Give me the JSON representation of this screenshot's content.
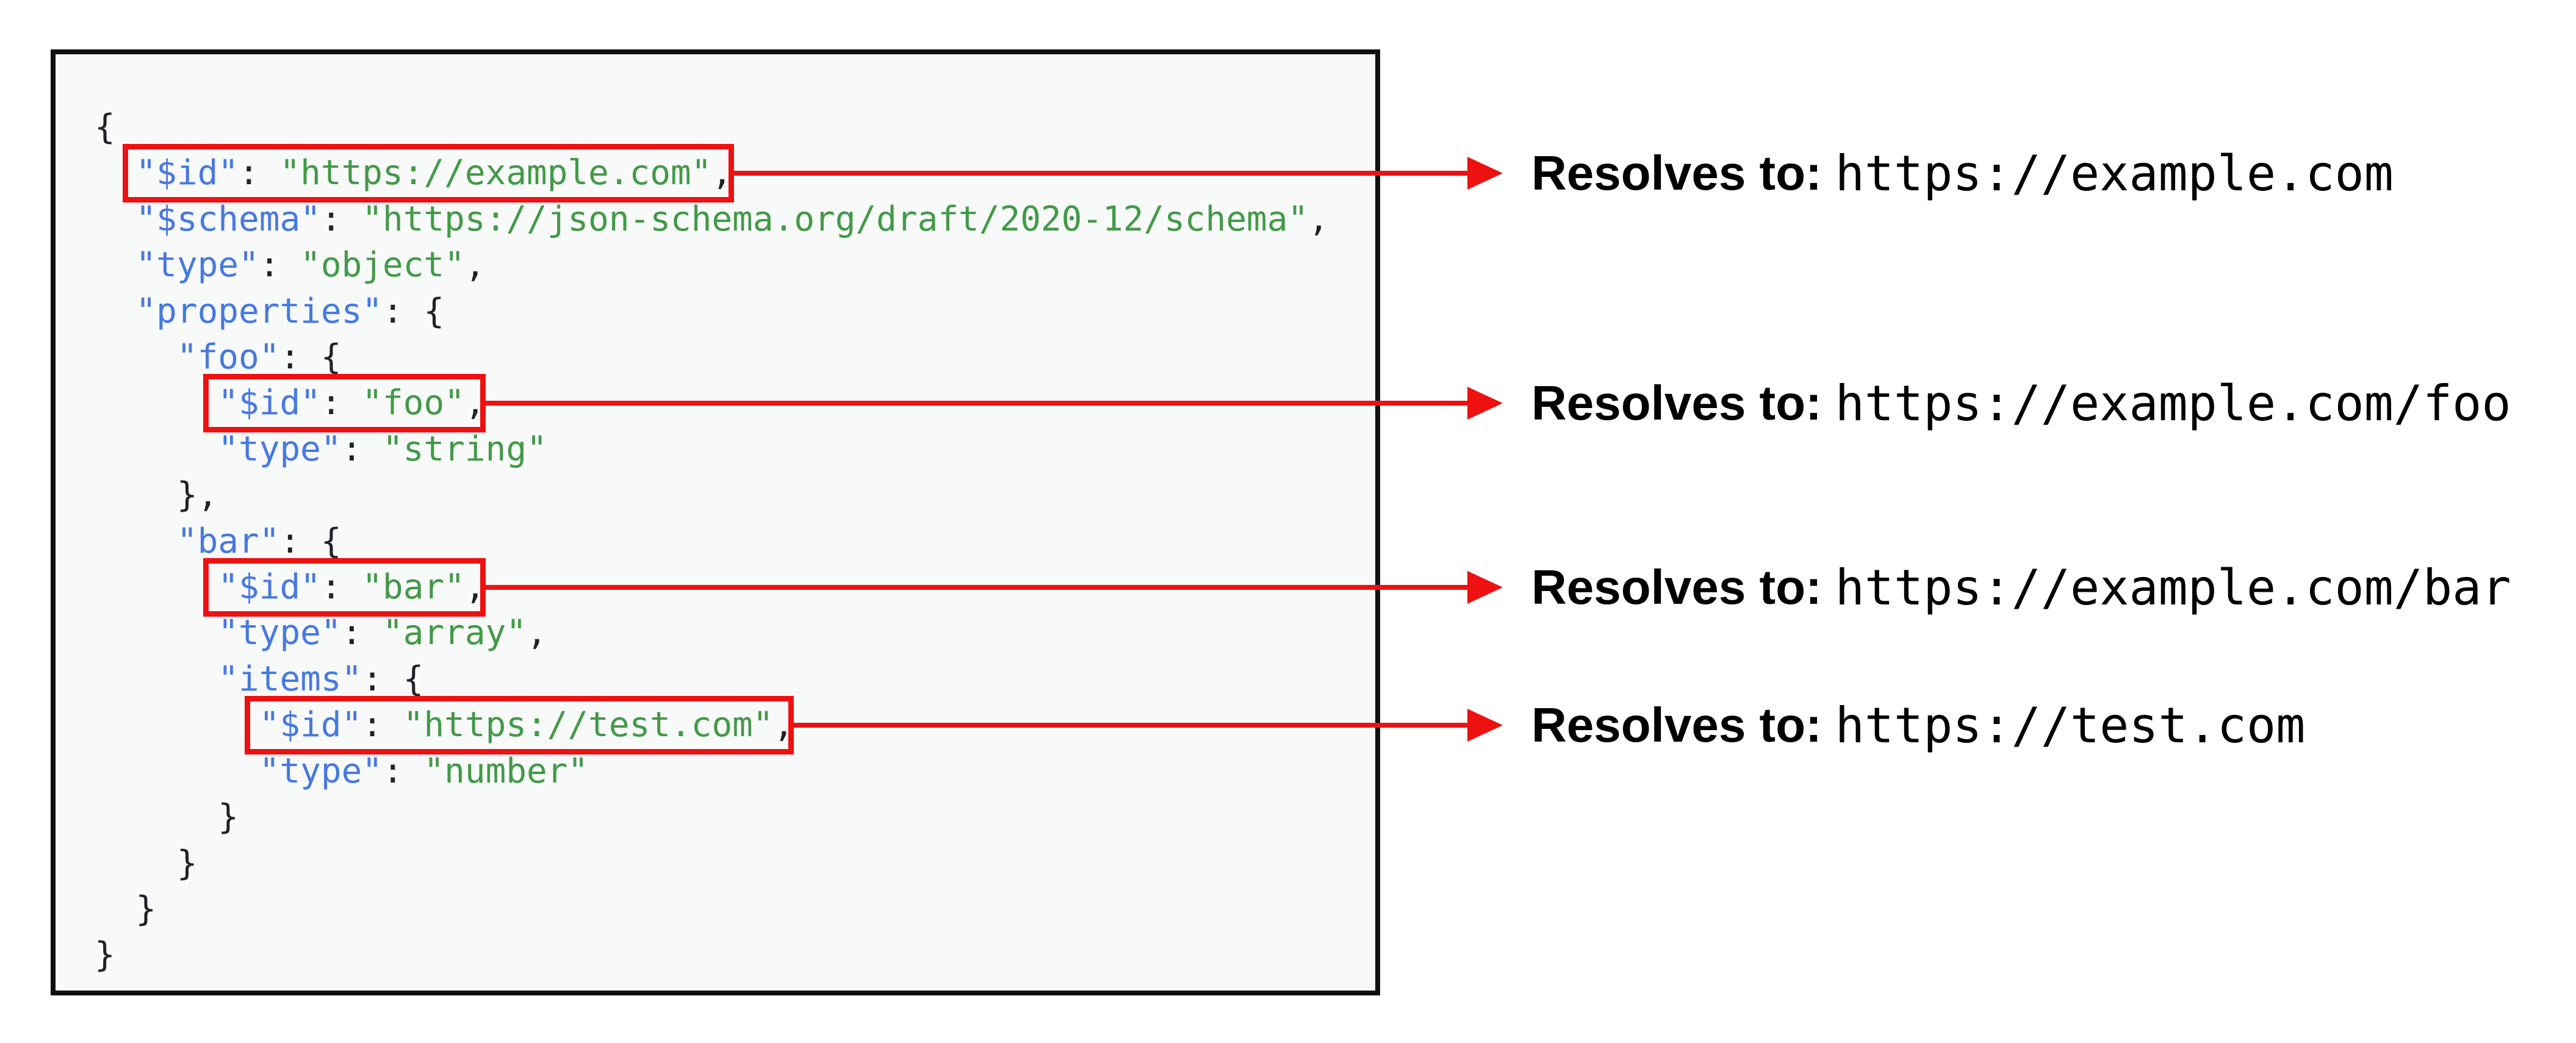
{
  "colors": {
    "key": "#4679e2",
    "string": "#429a47",
    "punctuation": "#1f2328",
    "highlight_red": "#ee1111",
    "panel_bg": "#f8f9f9",
    "panel_border": "#111111"
  },
  "code_panel": {
    "language": "json",
    "lines": [
      [
        [
          "p",
          "{"
        ]
      ],
      [
        [
          "p",
          "  "
        ],
        [
          "k",
          "\"$id\""
        ],
        [
          "p",
          ": "
        ],
        [
          "s",
          "\"https://example.com\""
        ],
        [
          "p",
          ","
        ]
      ],
      [
        [
          "p",
          "  "
        ],
        [
          "k",
          "\"$schema\""
        ],
        [
          "p",
          ": "
        ],
        [
          "s",
          "\"https://json-schema.org/draft/2020-12/schema\""
        ],
        [
          "p",
          ","
        ]
      ],
      [
        [
          "p",
          "  "
        ],
        [
          "k",
          "\"type\""
        ],
        [
          "p",
          ": "
        ],
        [
          "s",
          "\"object\""
        ],
        [
          "p",
          ","
        ]
      ],
      [
        [
          "p",
          "  "
        ],
        [
          "k",
          "\"properties\""
        ],
        [
          "p",
          ": {"
        ]
      ],
      [
        [
          "p",
          "    "
        ],
        [
          "k",
          "\"foo\""
        ],
        [
          "p",
          ": {"
        ]
      ],
      [
        [
          "p",
          "      "
        ],
        [
          "k",
          "\"$id\""
        ],
        [
          "p",
          ": "
        ],
        [
          "s",
          "\"foo\""
        ],
        [
          "p",
          ","
        ]
      ],
      [
        [
          "p",
          "      "
        ],
        [
          "k",
          "\"type\""
        ],
        [
          "p",
          ": "
        ],
        [
          "s",
          "\"string\""
        ]
      ],
      [
        [
          "p",
          "    },"
        ]
      ],
      [
        [
          "p",
          "    "
        ],
        [
          "k",
          "\"bar\""
        ],
        [
          "p",
          ": {"
        ]
      ],
      [
        [
          "p",
          "      "
        ],
        [
          "k",
          "\"$id\""
        ],
        [
          "p",
          ": "
        ],
        [
          "s",
          "\"bar\""
        ],
        [
          "p",
          ","
        ]
      ],
      [
        [
          "p",
          "      "
        ],
        [
          "k",
          "\"type\""
        ],
        [
          "p",
          ": "
        ],
        [
          "s",
          "\"array\""
        ],
        [
          "p",
          ","
        ]
      ],
      [
        [
          "p",
          "      "
        ],
        [
          "k",
          "\"items\""
        ],
        [
          "p",
          ": {"
        ]
      ],
      [
        [
          "p",
          "        "
        ],
        [
          "k",
          "\"$id\""
        ],
        [
          "p",
          ": "
        ],
        [
          "s",
          "\"https://test.com\""
        ],
        [
          "p",
          ","
        ]
      ],
      [
        [
          "p",
          "        "
        ],
        [
          "k",
          "\"type\""
        ],
        [
          "p",
          ": "
        ],
        [
          "s",
          "\"number\""
        ]
      ],
      [
        [
          "p",
          "      }"
        ]
      ],
      [
        [
          "p",
          "    }"
        ]
      ],
      [
        [
          "p",
          "  }"
        ]
      ],
      [
        [
          "p",
          "}"
        ]
      ]
    ]
  },
  "highlights": [
    {
      "highlighted_text": "\"$id\": \"https://example.com\""
    },
    {
      "highlighted_text": "\"$id\": \"foo\""
    },
    {
      "highlighted_text": "\"$id\": \"bar\""
    },
    {
      "highlighted_text": "\"$id\": \"https://test.com\""
    }
  ],
  "annotations": {
    "rows": [
      {
        "label": "Resolves to:",
        "url": "https://example.com"
      },
      {
        "label": "Resolves to:",
        "url": "https://example.com/foo"
      },
      {
        "label": "Resolves to:",
        "url": "https://example.com/bar"
      },
      {
        "label": "Resolves to:",
        "url": "https://test.com"
      }
    ]
  }
}
